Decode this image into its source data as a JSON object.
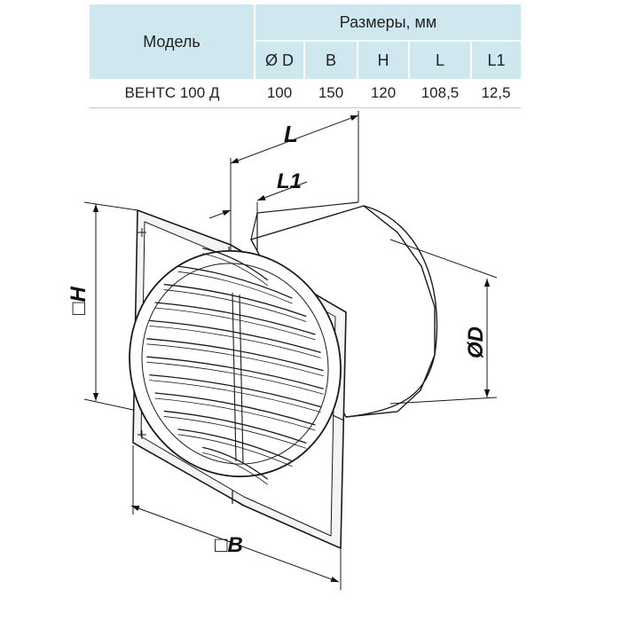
{
  "table": {
    "model_header": "Модель",
    "group_header": "Размеры, мм",
    "columns": [
      "Ø D",
      "B",
      "H",
      "L",
      "L1"
    ],
    "rows": [
      {
        "model": "ВЕНТС 100 Д",
        "values": [
          "100",
          "150",
          "120",
          "108,5",
          "12,5"
        ]
      }
    ]
  },
  "drawing": {
    "labels": {
      "L": "L",
      "L1": "L1",
      "H": "□H",
      "D": "ØD",
      "B": "□B"
    }
  }
}
